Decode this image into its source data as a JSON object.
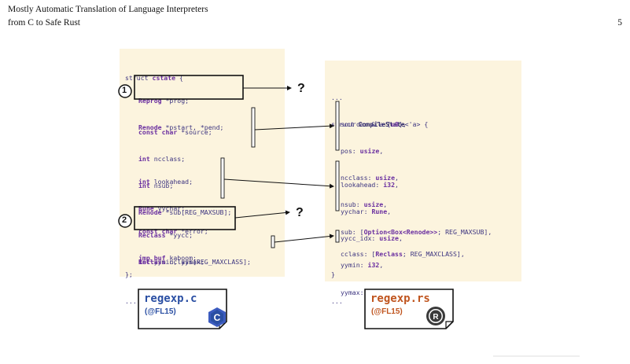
{
  "header": {
    "title_line1": "Mostly Automatic Translation of Language Interpreters",
    "title_line2": "from C to Safe Rust",
    "page_number": "5"
  },
  "left_code": {
    "struct_open": "struct ",
    "struct_name": "cstate",
    "struct_brace": " {",
    "group1": [
      {
        "type": "Reprog",
        "rest": " *prog;"
      },
      {
        "type": "Renode",
        "rest": " *pstart, *pend;"
      }
    ],
    "group2": [
      {
        "kw": "const char",
        "rest": " *source;"
      },
      {
        "kw": "int",
        "rest": " ncclass;"
      },
      {
        "kw": "int",
        "rest": " nsub;"
      },
      {
        "kw": "Renode",
        "rest": " *sub[REG_MAXSUB];"
      }
    ],
    "group3": [
      {
        "kw": "int",
        "rest": " lookahead;"
      },
      {
        "kw": "Rune",
        "rest": " yychar;"
      },
      {
        "kw": "Reclass",
        "rest": " *yycc;"
      },
      {
        "kw": "int",
        "rest": " yymin, yymax;"
      }
    ],
    "group4": [
      {
        "kw": "const char",
        "rest": " *error;"
      },
      {
        "kw": "jmp_buf",
        "rest": " kaboom;"
      }
    ],
    "group5": [
      {
        "kw": "Reclass",
        "rest": " cclass[REG_MAXCLASS];"
      }
    ],
    "close": "};",
    "ellipsis": "..."
  },
  "right_code": {
    "ellipsis_top": "...",
    "struct_open": "struct ",
    "struct_name": "CompileState",
    "struct_generic": "<'a> {",
    "group1": [
      {
        "pre": "source: &'a [",
        "kw": "u8",
        "post": "],"
      },
      {
        "pre": "pos: ",
        "kw": "usize",
        "post": ","
      },
      {
        "pre": "ncclass: ",
        "kw": "usize",
        "post": ","
      },
      {
        "pre": "nsub: ",
        "kw": "usize",
        "post": ","
      },
      {
        "pre": "sub: [",
        "kw": "Option<Box<Renode>>",
        "post": "; REG_MAXSUB],"
      }
    ],
    "group2": [
      {
        "pre": "lookahead: ",
        "kw": "i32",
        "post": ","
      },
      {
        "pre": "yychar: ",
        "kw": "Rune",
        "post": ","
      },
      {
        "pre": "yycc_idx: ",
        "kw": "usize",
        "post": ","
      },
      {
        "pre": "yymin: ",
        "kw": "i32",
        "post": ","
      },
      {
        "pre": "yymax: ",
        "kw": "i32",
        "post": ","
      }
    ],
    "group3": [
      {
        "pre": "cclass: [",
        "kw": "Reclass",
        "post": "; REG_MAXCLASS],"
      }
    ],
    "close": "}",
    "ellipsis_bottom": "..."
  },
  "badges": {
    "one": "1",
    "two": "2"
  },
  "question_mark": "?",
  "files": {
    "c_name": "regexp.c",
    "c_cite": "(@FL15)",
    "c_color": "#2a4fa3",
    "rs_name": "regexp.rs",
    "rs_cite": "(@FL15)",
    "rs_color": "#c0551f"
  },
  "colors": {
    "panel_bg": "#fcf4de",
    "keyword": "#6a2fa0",
    "code_text": "#3d3580"
  }
}
